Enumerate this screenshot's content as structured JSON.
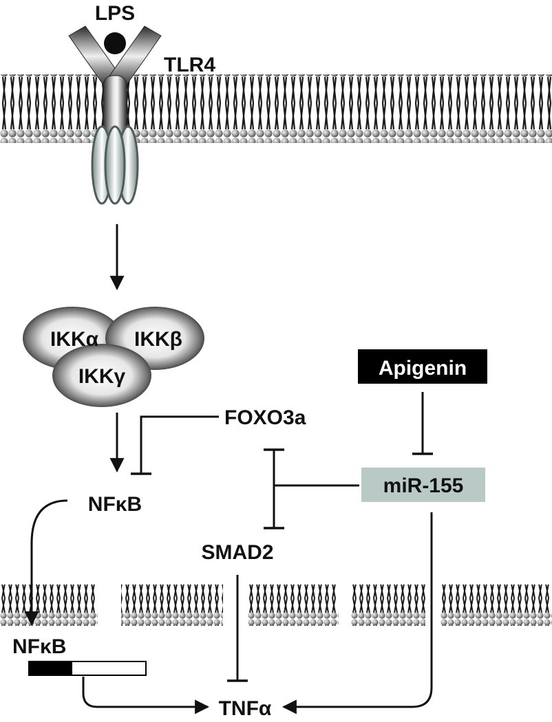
{
  "labels": {
    "lps": "LPS",
    "tlr4": "TLR4",
    "ikk_alpha": "IKKα",
    "ikk_beta": "IKKβ",
    "ikk_gamma": "IKKγ",
    "apigenin": "Apigenin",
    "foxo3a": "FOXO3a",
    "mir155": "miR-155",
    "nfkb_cyto": "NFκB",
    "smad2": "SMAD2",
    "nfkb_nuclear": "NFκB",
    "tnfa": "TNFα"
  },
  "colors": {
    "line": "#111111",
    "apigenin_box": "#000000",
    "apigenin_text": "#ffffff",
    "mir155_box": "#b8c9c6",
    "receptor_outline": "#4d5d5b"
  }
}
